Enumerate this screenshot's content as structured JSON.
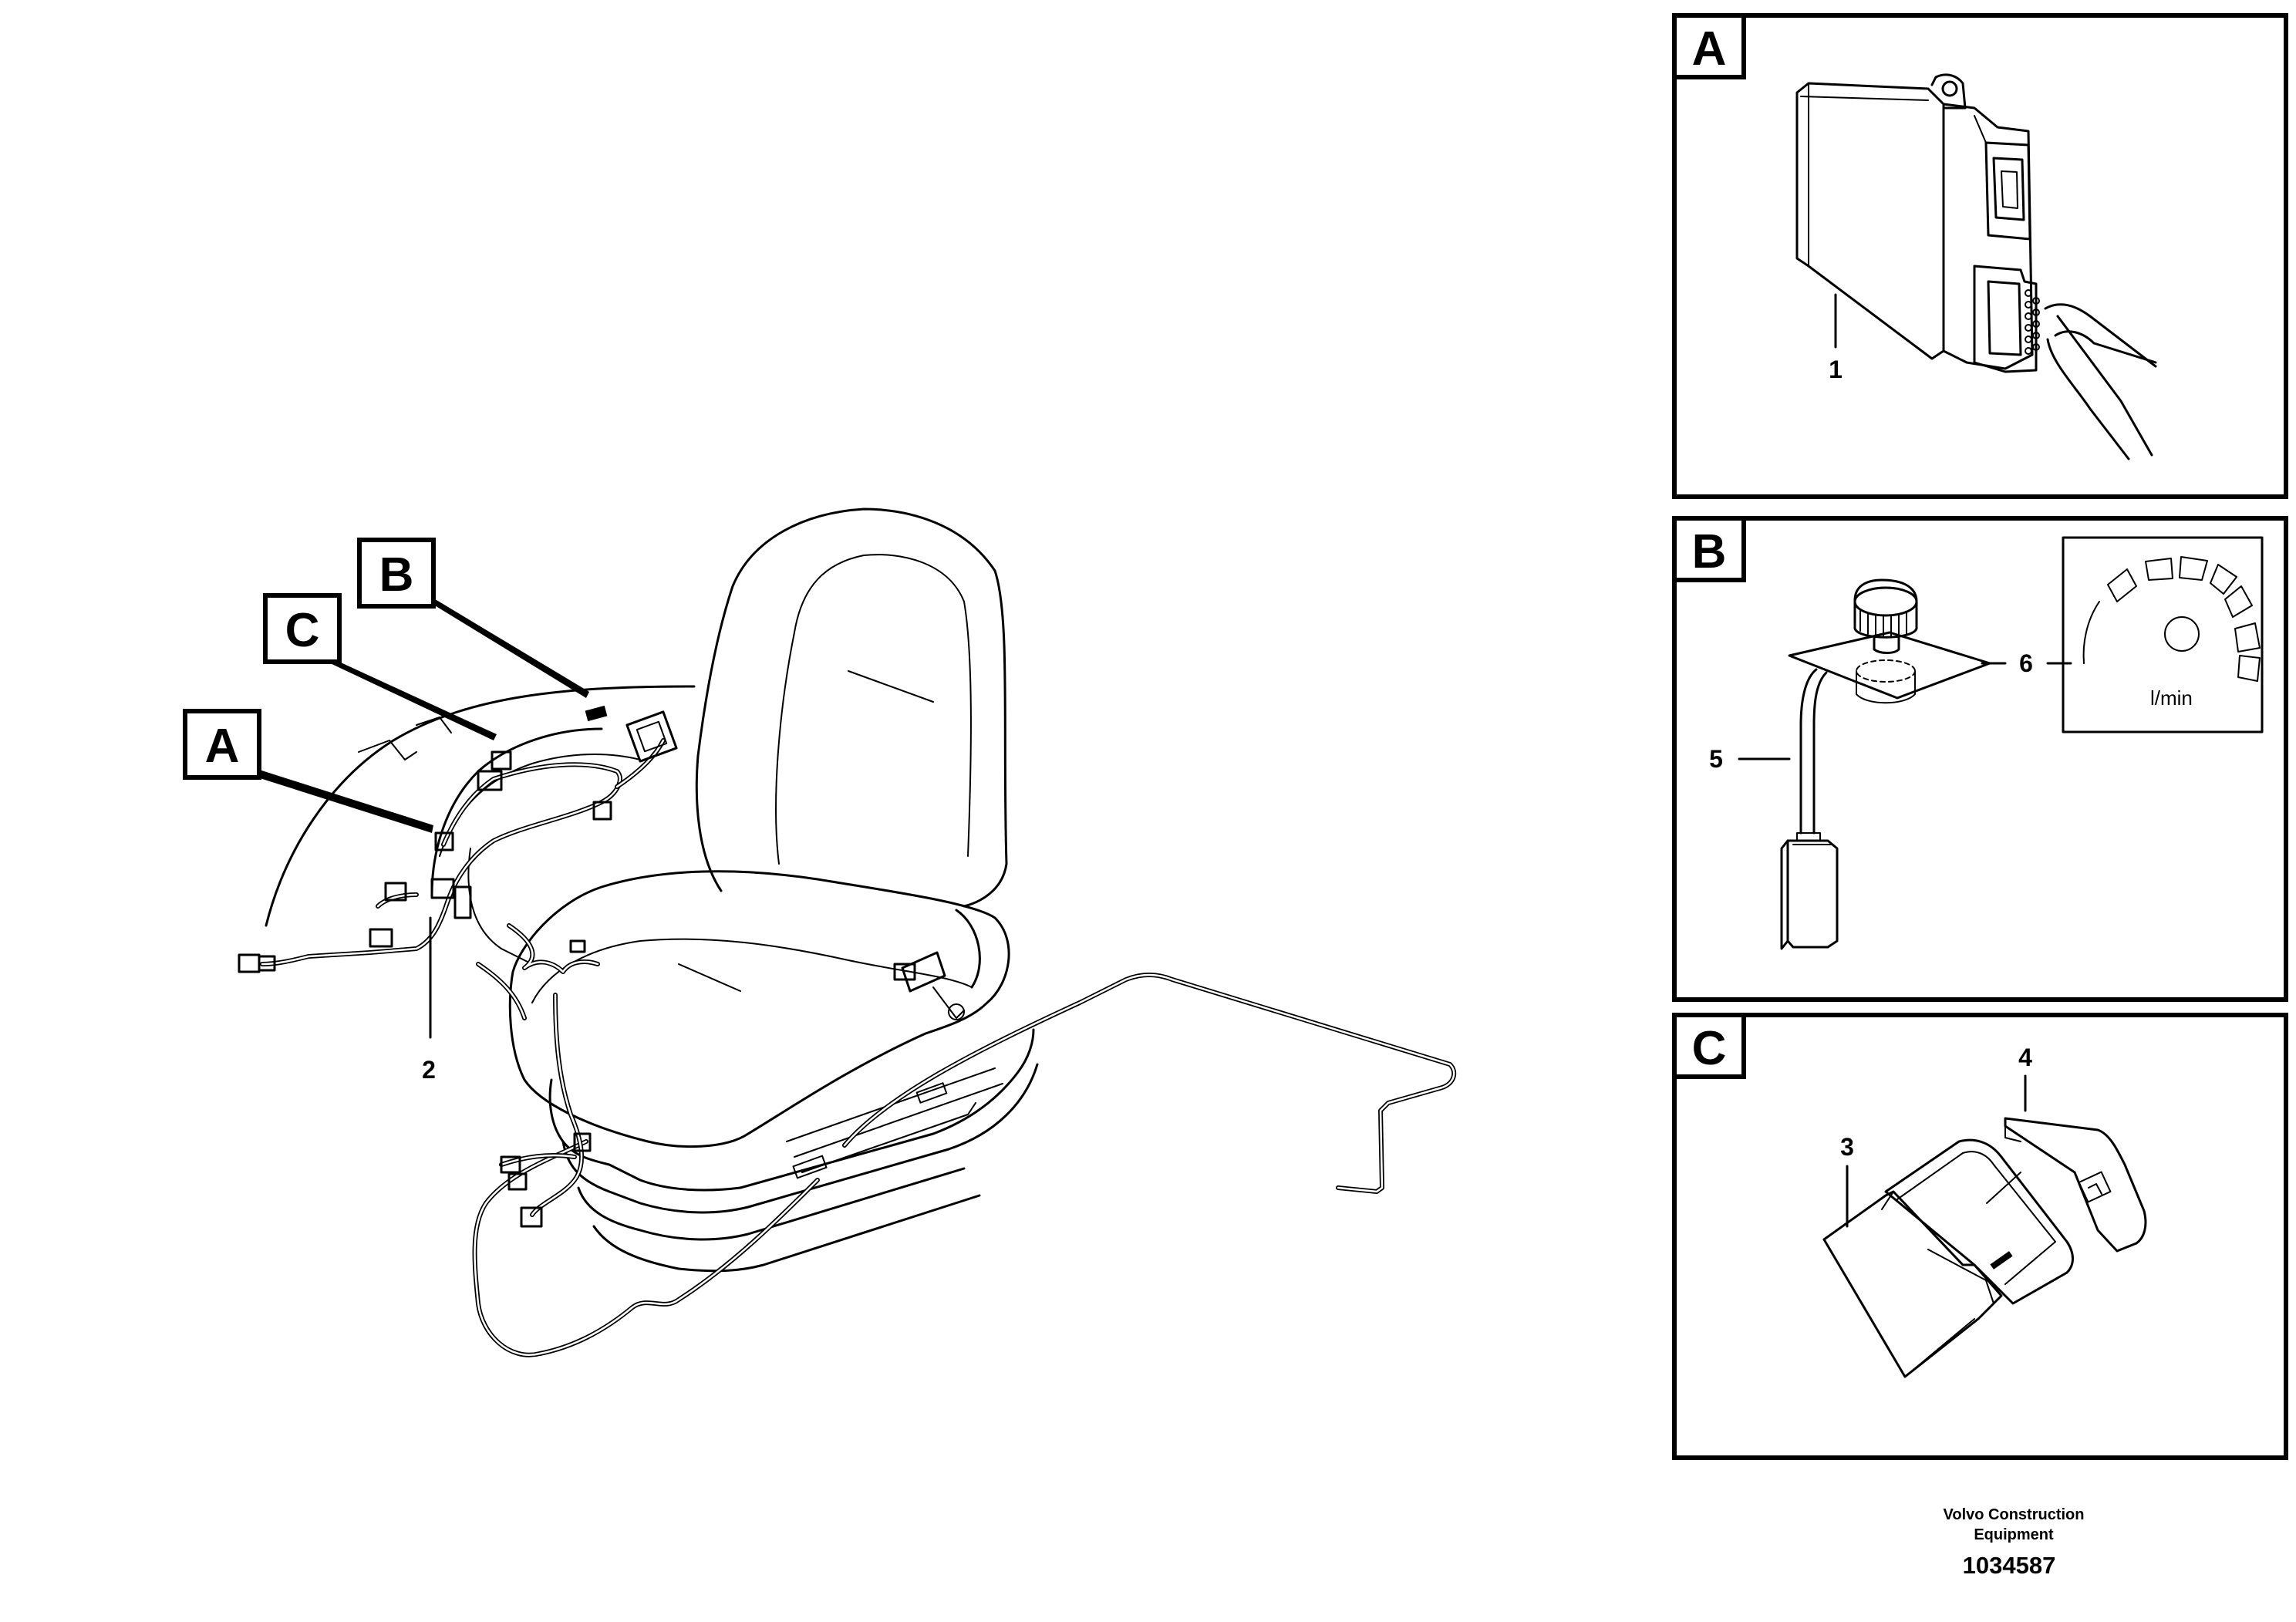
{
  "panels": {
    "a": {
      "letter": "A"
    },
    "b": {
      "letter": "B"
    },
    "c": {
      "letter": "C"
    }
  },
  "callouts": {
    "main": [
      "A",
      "C",
      "B"
    ],
    "items": [
      "1",
      "2",
      "3",
      "4",
      "5",
      "6"
    ]
  },
  "gauge_unit": "l/min",
  "footer": {
    "company_line1": "Volvo Construction",
    "company_line2": "Equipment",
    "doc_number": "1034587"
  },
  "icons": [
    "seat-icon",
    "wiring-harness-icon",
    "control-unit-icon",
    "flow-knob-icon",
    "rocker-switch-icon",
    "flow-gauge-icon"
  ]
}
